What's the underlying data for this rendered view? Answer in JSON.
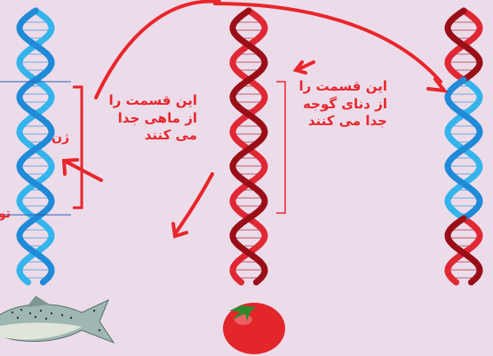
{
  "labels": {
    "fish_cut": "این قسمت را از ماهی جدا می کنند",
    "tomato_cut": "این قسمت را از دنای گوجه جدا می کنند",
    "gene_fragment": "ژن",
    "left_edge_fragment": "تو"
  },
  "colors": {
    "background": "#ecdcea",
    "arrow": "#e8262c",
    "helix_blue_strand": "#1f8ad8",
    "helix_blue_light": "#35b4ec",
    "helix_red_strand": "#e02834",
    "helix_dark_red": "#9a0f17",
    "marker_line": "#2f5fb8",
    "tomato": "#e3262a",
    "tomato_leaf": "#2e8a2e"
  },
  "objects": [
    "fish-dna-helix",
    "tomato-dna-helix",
    "recombinant-dna-helix",
    "salmon-fish",
    "tomato"
  ]
}
